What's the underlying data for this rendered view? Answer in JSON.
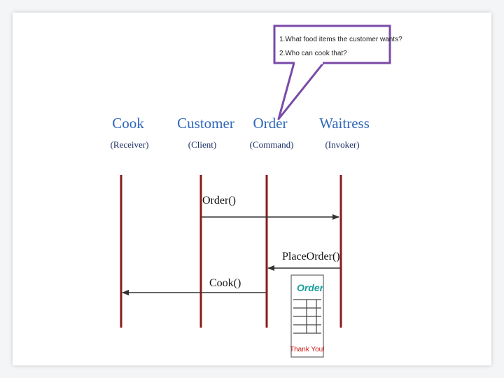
{
  "callout": {
    "line1": "1.What food items the customer wants?",
    "line2": "2.Who can cook that?",
    "border_color": "#7a4aa8"
  },
  "participants": [
    {
      "name": "Cook",
      "role": "(Receiver)"
    },
    {
      "name": "Customer",
      "role": "(Client)"
    },
    {
      "name": "Order",
      "role": "(Command)"
    },
    {
      "name": "Waitress",
      "role": "(Invoker)"
    }
  ],
  "messages": [
    {
      "label": "Order()",
      "from": "Customer",
      "to": "Waitress"
    },
    {
      "label": "PlaceOrder()",
      "from": "Waitress",
      "to": "Order"
    },
    {
      "label": "Cook()",
      "from": "Order",
      "to": "Cook"
    }
  ],
  "order_note": {
    "title": "Order",
    "footer": "Thank You!"
  },
  "colors": {
    "lifeline": "#8b1a1a",
    "participant_name": "#2e67b8",
    "participant_role": "#1b2f66",
    "note_title": "#1a9e9e",
    "note_footer": "#d11a1a"
  }
}
